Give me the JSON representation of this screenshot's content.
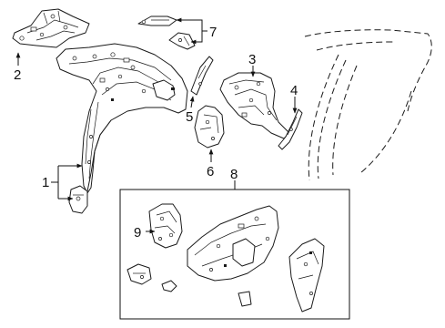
{
  "diagram": {
    "callouts": {
      "c1": "1",
      "c2": "2",
      "c3": "3",
      "c4": "4",
      "c5": "5",
      "c6": "6",
      "c7": "7",
      "c8": "8",
      "c9": "9"
    },
    "colors": {
      "ink": "#1a1a1a",
      "background": "#ffffff"
    }
  }
}
